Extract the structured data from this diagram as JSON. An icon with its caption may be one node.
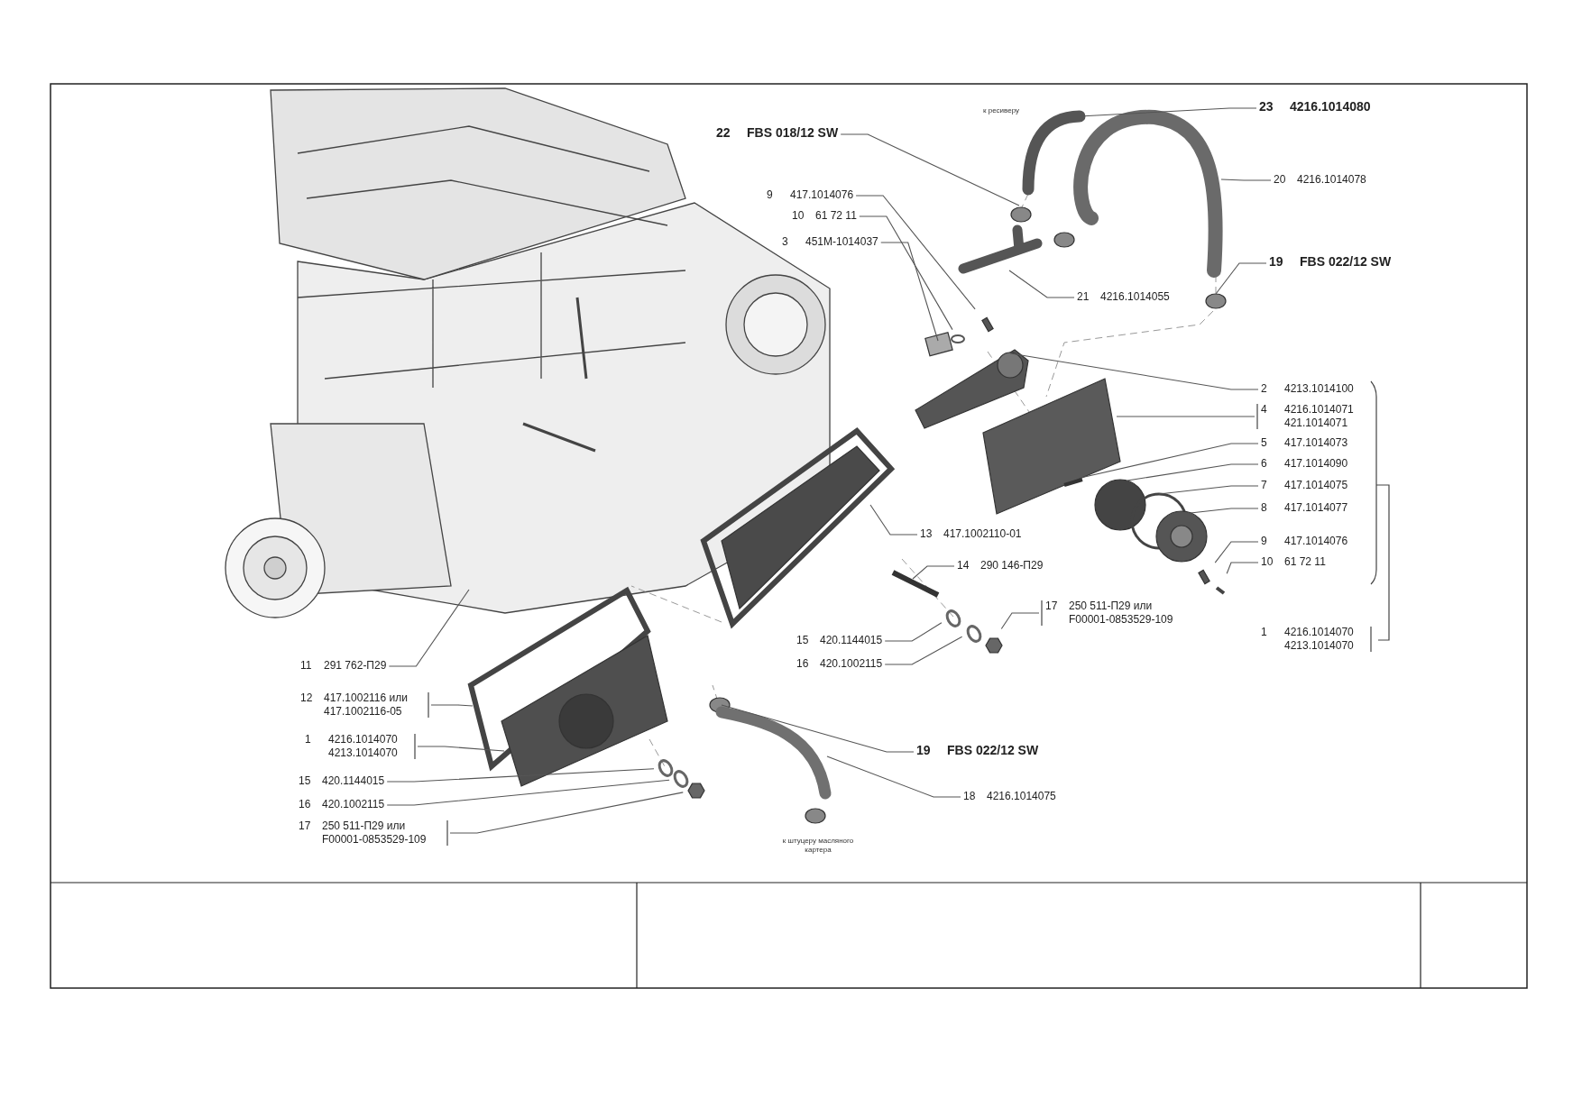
{
  "diagram": {
    "nodes": [
      {
        "text": [
          "22",
          "FBS 018/12 SW"
        ]
      },
      {
        "text": [
          "23",
          "4216.1014080"
        ]
      },
      {
        "text": [
          "9",
          "417.1014076"
        ]
      },
      {
        "text": [
          "20",
          "4216.1014078"
        ]
      },
      {
        "text": [
          "10",
          "61 72 11"
        ]
      },
      {
        "text": [
          "3",
          "451M-1014037"
        ]
      },
      {
        "text": [
          "19",
          "FBS 022/12 SW"
        ]
      },
      {
        "text": [
          "21",
          "4216.1014055"
        ]
      },
      {
        "text": [
          "2",
          "4213.1014100"
        ]
      },
      {
        "text": [
          "4",
          "4216.1014071 421.1014071"
        ]
      },
      {
        "text": [
          "5",
          "417.1014073"
        ]
      },
      {
        "text": [
          "6",
          "417.1014090"
        ]
      },
      {
        "text": [
          "7",
          "417.1014075"
        ]
      },
      {
        "text": [
          "8",
          "417.1014077"
        ]
      },
      {
        "text": [
          "13",
          "417.1002110-01"
        ]
      },
      {
        "text": [
          "9",
          "417.1014076"
        ]
      },
      {
        "text": [
          "14",
          "290 146-П29"
        ]
      },
      {
        "text": [
          "10",
          "61 72 11"
        ]
      },
      {
        "text": [
          "17",
          "250 511-П29 или F00001-0853529-109"
        ]
      },
      {
        "text": [
          "15",
          "420.1144015"
        ]
      },
      {
        "text": [
          "1",
          "4216.1014070 4213.1014070"
        ]
      },
      {
        "text": [
          "16",
          "420.1002115"
        ]
      },
      {
        "text": [
          "11",
          "291 762-П29"
        ]
      },
      {
        "text": [
          "12",
          "417.1002116 или 417.1002116-05"
        ]
      },
      {
        "text": [
          "1",
          "4216.1014070 4213.1014070"
        ]
      },
      {
        "text": [
          "19",
          "FBS 022/12 SW"
        ]
      },
      {
        "text": [
          "15",
          "420.1144015"
        ]
      },
      {
        "text": [
          "18",
          "4216.1014075"
        ]
      },
      {
        "text": [
          "16",
          "420.1002115"
        ]
      },
      {
        "text": [
          "17",
          "250 511-П29 или F00001-0853529-109"
        ]
      }
    ],
    "edges": [
      {
        "from": 0,
        "to": null,
        "arrow": "none"
      },
      {
        "from": 1,
        "to": null,
        "arrow": "none"
      },
      {
        "from": 2,
        "to": null,
        "arrow": "none"
      },
      {
        "from": 3,
        "to": null,
        "arrow": "none"
      },
      {
        "from": 4,
        "to": null,
        "arrow": "none"
      },
      {
        "from": 5,
        "to": null,
        "arrow": "none"
      },
      {
        "from": 6,
        "to": null,
        "arrow": "none"
      },
      {
        "from": 7,
        "to": null,
        "arrow": "none"
      },
      {
        "from": 8,
        "to": null,
        "arrow": "none"
      },
      {
        "from": 9,
        "to": null,
        "arrow": "none"
      },
      {
        "from": 10,
        "to": null,
        "arrow": "none"
      },
      {
        "from": 11,
        "to": null,
        "arrow": "none"
      },
      {
        "from": 12,
        "to": null,
        "arrow": "none"
      },
      {
        "from": 13,
        "to": null,
        "arrow": "none"
      },
      {
        "from": 14,
        "to": null,
        "arrow": "none"
      },
      {
        "from": 15,
        "to": null,
        "arrow": "none"
      },
      {
        "from": 16,
        "to": null,
        "arrow": "none"
      },
      {
        "from": 17,
        "to": null,
        "arrow": "none"
      },
      {
        "from": 18,
        "to": null,
        "arrow": "none"
      },
      {
        "from": 19,
        "to": null,
        "arrow": "none"
      },
      {
        "from": 21,
        "to": null,
        "arrow": "none"
      },
      {
        "from": 22,
        "to": null,
        "arrow": "none"
      },
      {
        "from": 23,
        "to": null,
        "arrow": "none"
      },
      {
        "from": 24,
        "to": null,
        "arrow": "none"
      },
      {
        "from": 25,
        "to": null,
        "arrow": "none"
      },
      {
        "from": 26,
        "to": null,
        "arrow": "none"
      },
      {
        "from": 27,
        "to": null,
        "arrow": "none"
      },
      {
        "from": 28,
        "to": null,
        "arrow": "none"
      },
      {
        "from": 29,
        "to": null,
        "arrow": "none"
      }
    ],
    "labels": [
      "к ресиверу",
      "к штуцеру масляного картера"
    ]
  }
}
